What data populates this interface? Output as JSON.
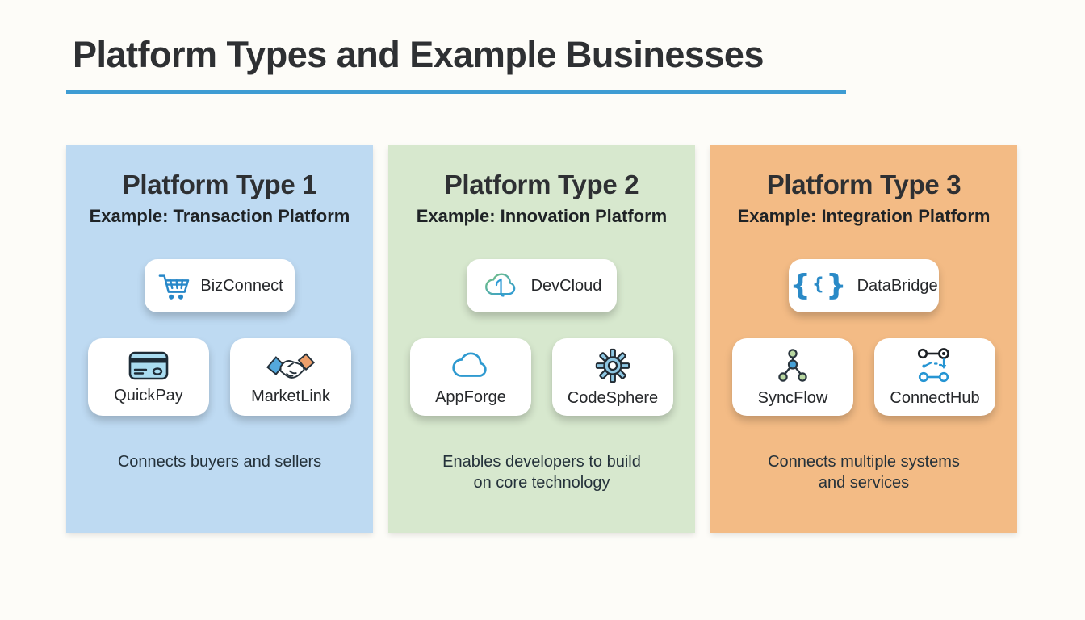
{
  "page": {
    "title": "Platform Types and Example Businesses",
    "accent_color": "#3e9cd3",
    "background": "#fdfcf8"
  },
  "columns": [
    {
      "title": "Platform Type 1",
      "subtitle": "Example: Transaction Platform",
      "bg": "#bedaf2",
      "featured": {
        "name": "BizConnect",
        "icon": "shopping-cart-icon"
      },
      "apps": [
        {
          "name": "QuickPay",
          "icon": "credit-card-icon"
        },
        {
          "name": "MarketLink",
          "icon": "handshake-icon"
        }
      ],
      "caption": "Connects buyers and sellers"
    },
    {
      "title": "Platform Type 2",
      "subtitle": "Example: Innovation Platform",
      "bg": "#d7e8ce",
      "featured": {
        "name": "DevCloud",
        "icon": "cloud-download-icon"
      },
      "apps": [
        {
          "name": "AppForge",
          "icon": "cloud-icon"
        },
        {
          "name": "CodeSphere",
          "icon": "gear-icon"
        }
      ],
      "caption": "Enables developers to build\non core technology"
    },
    {
      "title": "Platform Type 3",
      "subtitle": "Example: Integration Platform",
      "bg": "#f3bb85",
      "featured": {
        "name": "DataBridge",
        "icon": "curly-braces-icon"
      },
      "apps": [
        {
          "name": "SyncFlow",
          "icon": "network-nodes-icon"
        },
        {
          "name": "ConnectHub",
          "icon": "workflow-icon"
        }
      ],
      "caption": "Connects multiple systems\nand services"
    }
  ]
}
